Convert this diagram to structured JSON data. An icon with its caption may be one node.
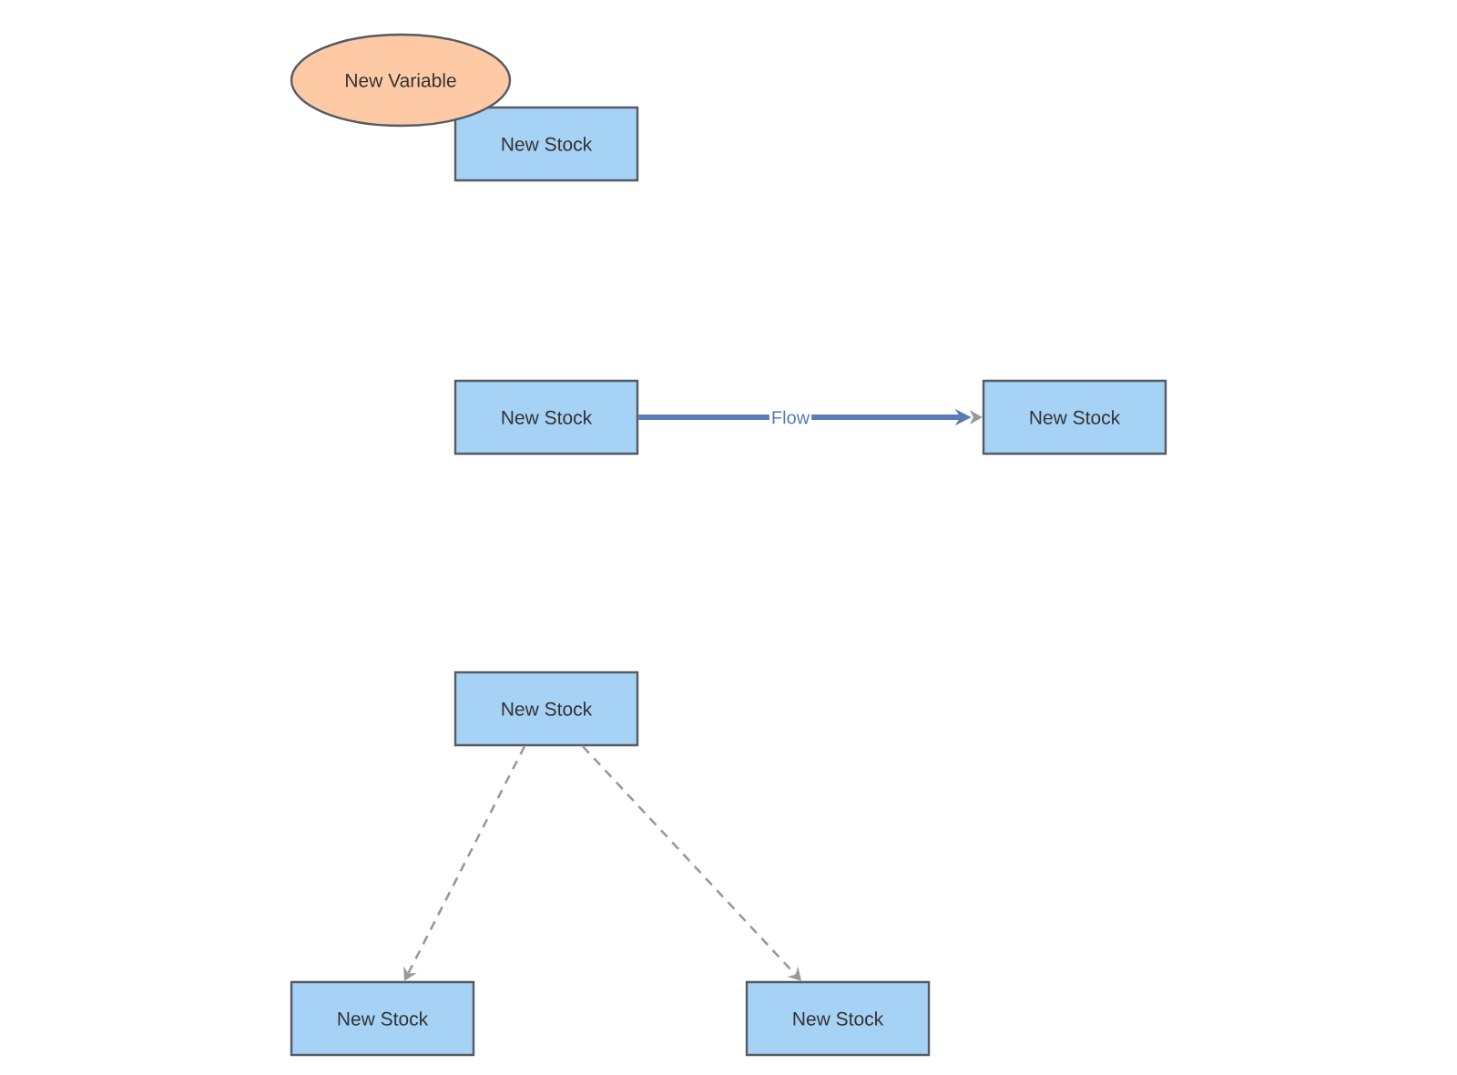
{
  "diagram": {
    "nodes": [
      {
        "text": [
          "New Variable"
        ]
      },
      {
        "text": [
          "New Stock"
        ]
      },
      {
        "text": [
          "New Stock"
        ]
      },
      {
        "text": [
          "New Stock"
        ]
      },
      {
        "text": [
          "New Stock"
        ]
      },
      {
        "text": [
          "New Stock"
        ]
      },
      {
        "text": [
          "New Stock"
        ]
      }
    ],
    "edges": [
      {
        "from": 2,
        "to": 3,
        "arrow": "to",
        "label": "Flow",
        "style": "thick",
        "color": "#5b7bb4"
      },
      {
        "from": 4,
        "to": 5,
        "arrow": "to",
        "style": "dashed"
      },
      {
        "from": 4,
        "to": 6,
        "arrow": "to",
        "style": "dashed"
      }
    ]
  }
}
